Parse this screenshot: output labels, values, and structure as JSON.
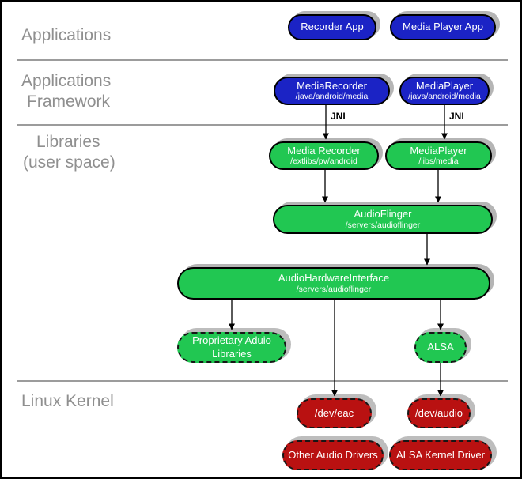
{
  "layers": {
    "applications": "Applications",
    "framework_line1": "Applications",
    "framework_line2": "Framework",
    "libraries_line1": "Libraries",
    "libraries_line2": "(user space)",
    "kernel": "Linux Kernel"
  },
  "nodes": {
    "recorder_app": {
      "label": "Recorder App"
    },
    "media_player_app": {
      "label": "Media Player App"
    },
    "media_recorder_fw": {
      "label": "MediaRecorder",
      "sublabel": "/java/android/media"
    },
    "media_player_fw": {
      "label": "MediaPlayer",
      "sublabel": "/java/android/media"
    },
    "media_recorder_lib": {
      "label": "Media Recorder",
      "sublabel": "/extlibs/pv/android"
    },
    "media_player_lib": {
      "label": "MediaPlayer",
      "sublabel": "/libs/media"
    },
    "audio_flinger": {
      "label": "AudioFlinger",
      "sublabel": "/servers/audioflinger"
    },
    "audio_hardware_interface": {
      "label": "AudioHardwareInterface",
      "sublabel": "/servers/audioflinger"
    },
    "proprietary_audio_libraries": {
      "label": "Proprietary Aduio Libraries"
    },
    "alsa": {
      "label": "ALSA"
    },
    "dev_eac": {
      "label": "/dev/eac"
    },
    "dev_audio": {
      "label": "/dev/audio"
    },
    "other_audio_drivers": {
      "label": "Other Audio Drivers"
    },
    "alsa_kernel_driver": {
      "label": "ALSA Kernel Driver"
    }
  },
  "connector_labels": {
    "jni_left": "JNI",
    "jni_right": "JNI"
  },
  "colors": {
    "app_blue": "#1b23c5",
    "lib_green": "#21c752",
    "kernel_red": "#b91111",
    "shadow_gray": "#b5b5b5",
    "divider_gray": "#9c9c9c",
    "label_gray": "#8f8f8f"
  }
}
